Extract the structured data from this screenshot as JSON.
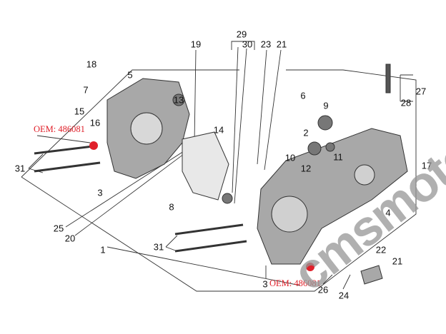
{
  "diagram": {
    "callouts": [
      "29",
      "30",
      "23",
      "21",
      "19",
      "18",
      "5",
      "7",
      "13",
      "15",
      "16",
      "14",
      "6",
      "9",
      "2",
      "10",
      "11",
      "12",
      "27",
      "28",
      "17",
      "31",
      "3",
      "4",
      "8",
      "25",
      "20",
      "1",
      "31",
      "22",
      "21",
      "3",
      "26",
      "24"
    ],
    "oem_labels": [
      "OEM: 486081",
      "OEM: 486081"
    ],
    "watermark": "cmsmoto",
    "colors": {
      "oem": "#e0202a",
      "part_fill": "#9a9a9a",
      "line": "#333333"
    }
  }
}
